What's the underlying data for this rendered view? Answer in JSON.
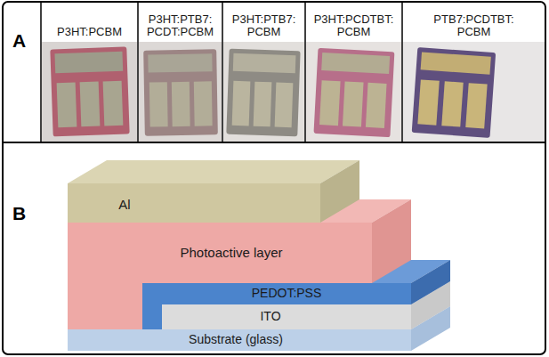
{
  "diagram": {
    "nodes": [
      {
        "text": [
          "P3HT:PCBM"
        ]
      },
      {
        "text": [
          "P3HT:PTB7: PCDT:PCBM"
        ]
      },
      {
        "text": [
          "P3HT:PTB7: PCBM"
        ]
      },
      {
        "text": [
          "P3HT:PCDTBT: PCBM"
        ]
      },
      {
        "text": [
          "PTB7:PCDTBT: PCBM"
        ]
      },
      {
        "text": [
          "Al"
        ]
      },
      {
        "text": [
          "Photoactive layer"
        ]
      },
      {
        "text": [
          "PEDOT:PSS"
        ]
      },
      {
        "text": [
          "ITO"
        ]
      },
      {
        "text": [
          "Substrate (glass)"
        ]
      }
    ],
    "labels": [
      "A",
      "B"
    ]
  }
}
